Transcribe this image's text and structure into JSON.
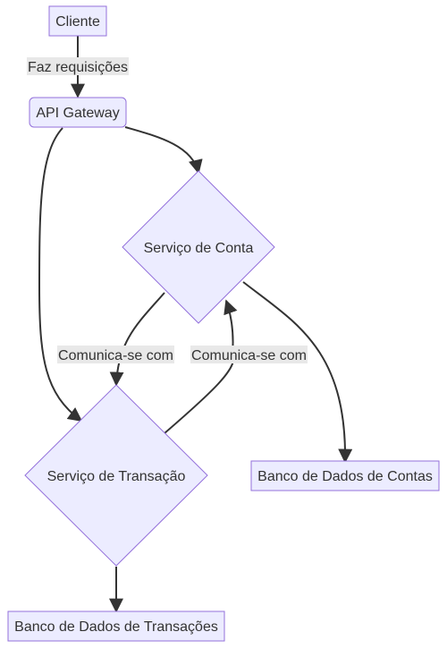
{
  "nodes": {
    "cliente": "Cliente",
    "api_gateway": "API Gateway",
    "servico_conta": "Serviço de Conta",
    "servico_transacao": "Serviço de Transação",
    "banco_contas": "Banco de Dados de Contas",
    "banco_transacoes": "Banco de Dados de Transações"
  },
  "edges": {
    "cliente_to_gateway": "Faz requisições",
    "conta_to_transacao": "Comunica-se com",
    "transacao_to_conta": "Comunica-se com"
  },
  "colors": {
    "node_fill": "#ECECFF",
    "node_stroke": "#9370DB",
    "edge_stroke": "#333333",
    "label_bg": "#E8E8E8",
    "text": "#333333"
  }
}
